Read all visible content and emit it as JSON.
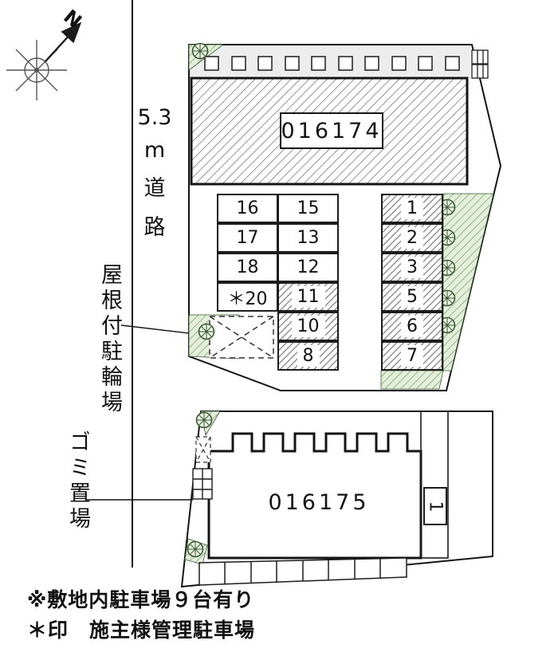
{
  "palette": {
    "ink": "#141414",
    "green_fill": "#e4eedb",
    "green_line": "#6a9a5b",
    "gray_strip": "#ededed"
  },
  "compass": {
    "north_label": "N"
  },
  "road": {
    "segments": [
      "5.3",
      "m",
      "道",
      "路"
    ]
  },
  "callouts": {
    "bicycle_parking": "屋根付駐輪場",
    "garbage_area": "ゴミ置場"
  },
  "upper_plot": {
    "building_id": "016174",
    "left_grid_col1": [
      "16",
      "17",
      "18",
      "＊20"
    ],
    "left_grid_col2": [
      "15",
      "13",
      "12",
      "11",
      "10",
      "8"
    ],
    "right_column": [
      "1",
      "2",
      "3",
      "5",
      "6",
      "7"
    ]
  },
  "lower_plot": {
    "building_id": "016175",
    "side_space": "1"
  },
  "notes": {
    "line1": "※敷地内駐車場９台有り",
    "line2": "＊印　施主様管理駐車場"
  }
}
